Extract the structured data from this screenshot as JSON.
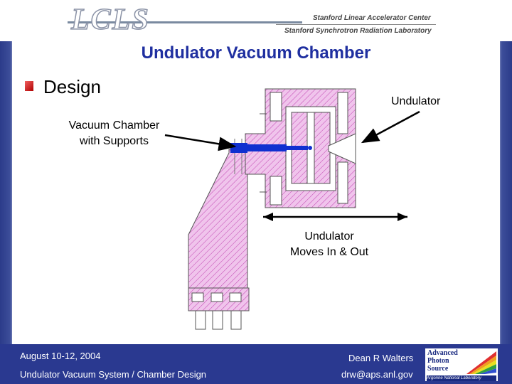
{
  "header": {
    "logo": "LCLS",
    "org_line1": "Stanford Linear Accelerator Center",
    "org_line2": "Stanford Synchrotron Radiation Laboratory"
  },
  "slide": {
    "title": "Undulator Vacuum Chamber",
    "bullet": "Design",
    "labels": {
      "undulator": "Undulator",
      "vacuum_chamber_line1": "Vacuum Chamber",
      "vacuum_chamber_line2": "with Supports",
      "moves_line1": "Undulator",
      "moves_line2": "Moves In & Out"
    }
  },
  "footer": {
    "date": "August 10-12, 2004",
    "talk": "Undulator Vacuum System / Chamber Design",
    "author": "Dean R Walters",
    "email": "drw@aps.anl.gov",
    "aps_logo": {
      "line1": "Advanced",
      "line2": "Photon",
      "line3": "Source",
      "lab": "Argonne National Laboratory"
    }
  },
  "colors": {
    "title": "#1f2fa0",
    "footer_bg": "#2a3990",
    "hatch_fill": "#f0c4ec",
    "hatch_line": "#c040b0",
    "chamber_blue": "#1030d0"
  }
}
